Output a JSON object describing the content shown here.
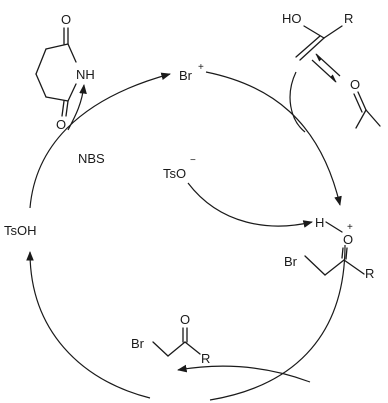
{
  "labels": {
    "br_cation": "Br",
    "br_cation_charge": "+",
    "nbs": "NBS",
    "tosylate": "TsO",
    "tosylate_charge": "−",
    "tsoh": "TsOH",
    "enol_ho": "HO",
    "enol_r": "R",
    "proton_h": "H",
    "oxonium_o": "O",
    "oxonium_charge": "+",
    "bromoketone_br": "Br",
    "bromoketone_r": "R",
    "succinimide_o_top": "O",
    "succinimide_nh": "NH",
    "succinimide_o_bottom": "O",
    "ketone_o": "O",
    "product_o": "O",
    "product_br": "Br",
    "product_r": "R"
  },
  "colors": {
    "ink": "#1a1a1a",
    "background": "#ffffff"
  }
}
